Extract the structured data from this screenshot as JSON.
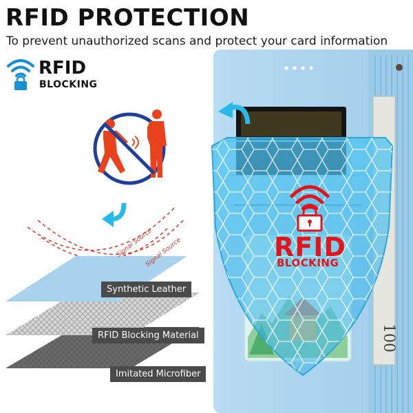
{
  "header": {
    "title": "RFID PROTECTION",
    "subtitle": "To prevent unauthorized scans and protect your card information"
  },
  "logo": {
    "line1": "RFID",
    "line2": "BLOCKING",
    "icon": "wifi-lock-icon"
  },
  "layers": [
    {
      "label": "Synthetic Leather"
    },
    {
      "label": "RFID Blocking Material"
    },
    {
      "label": "Imitated Microfiber"
    }
  ],
  "signal": {
    "label1": "Signal Source",
    "label2": "Signal Source"
  },
  "shield": {
    "line1": "RFID",
    "line2": "BLOCKING",
    "icon": "signal-lock-icon"
  },
  "colors": {
    "accent_red": "#e3151a",
    "wallet_blue": "#a9d2ee",
    "shield_cyan": "#35b8ec",
    "prohibit_blue": "#1f3f9a",
    "figure_orange": "#e8431c"
  }
}
